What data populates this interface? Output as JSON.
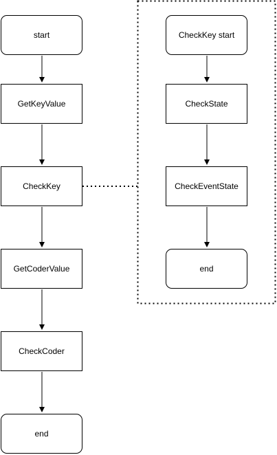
{
  "diagram": {
    "main_flow": {
      "start": "start",
      "get_key_value": "GetKeyValue",
      "check_key": "CheckKey",
      "get_coder_value": "GetCoderValue",
      "check_coder": "CheckCoder",
      "end": "end"
    },
    "check_key_flow": {
      "start": "CheckKey start",
      "check_state": "CheckState",
      "check_event_state": "CheckEventState",
      "end": "end"
    },
    "colors": {
      "stroke": "#000000",
      "fill": "#ffffff",
      "text": "#000000"
    }
  }
}
